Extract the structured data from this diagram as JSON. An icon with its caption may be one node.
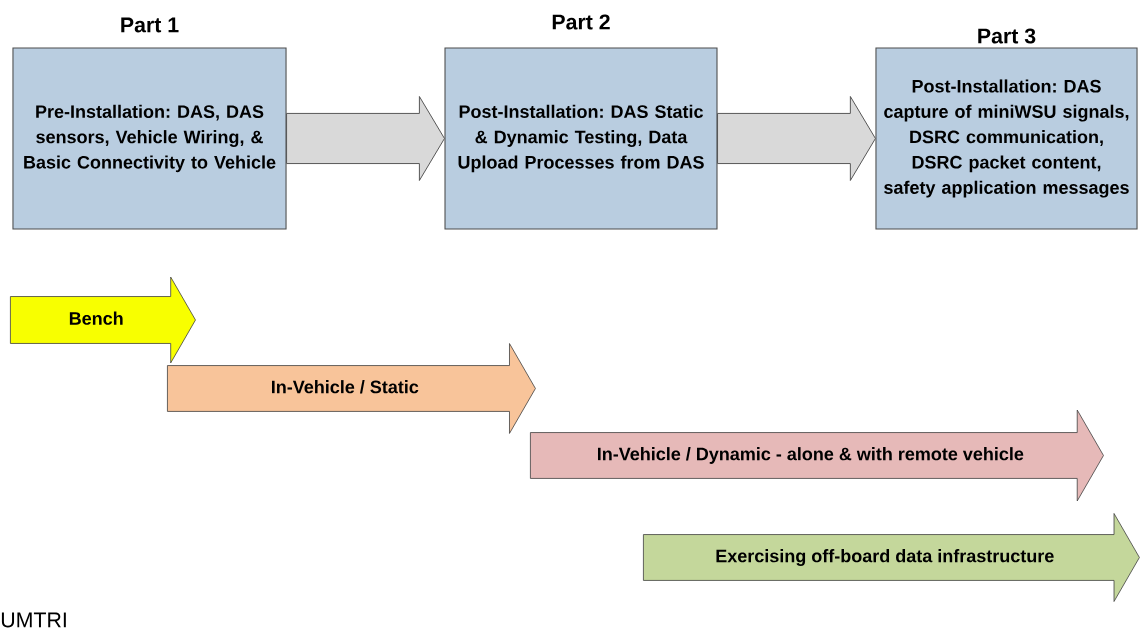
{
  "diagram": {
    "nodes": [
      {
        "text": [
          "Part 1",
          "Pre-Installation: DAS, DAS sensors, Vehicle Wiring, & Basic Connectivity to Vehicle"
        ]
      },
      {
        "text": [
          "Part 2",
          "Post-Installation: DAS Static & Dynamic Testing, Data Upload Processes from DAS"
        ]
      },
      {
        "text": [
          "Part 3",
          "Post-Installation: DAS capture of miniWSU signals, DSRC communication, DSRC packet content, safety application messages"
        ]
      },
      {
        "text": [
          "Bench"
        ]
      },
      {
        "text": [
          "In-Vehicle / Static"
        ]
      },
      {
        "text": [
          "In-Vehicle / Dynamic - alone & with remote vehicle"
        ]
      },
      {
        "text": [
          "Exercising off-board data infrastructure"
        ]
      }
    ],
    "edges": [
      {
        "from": 0,
        "to": 1,
        "arrow": "to"
      },
      {
        "from": 1,
        "to": 2,
        "arrow": "to"
      }
    ],
    "labels": [
      "UMTRI"
    ]
  }
}
